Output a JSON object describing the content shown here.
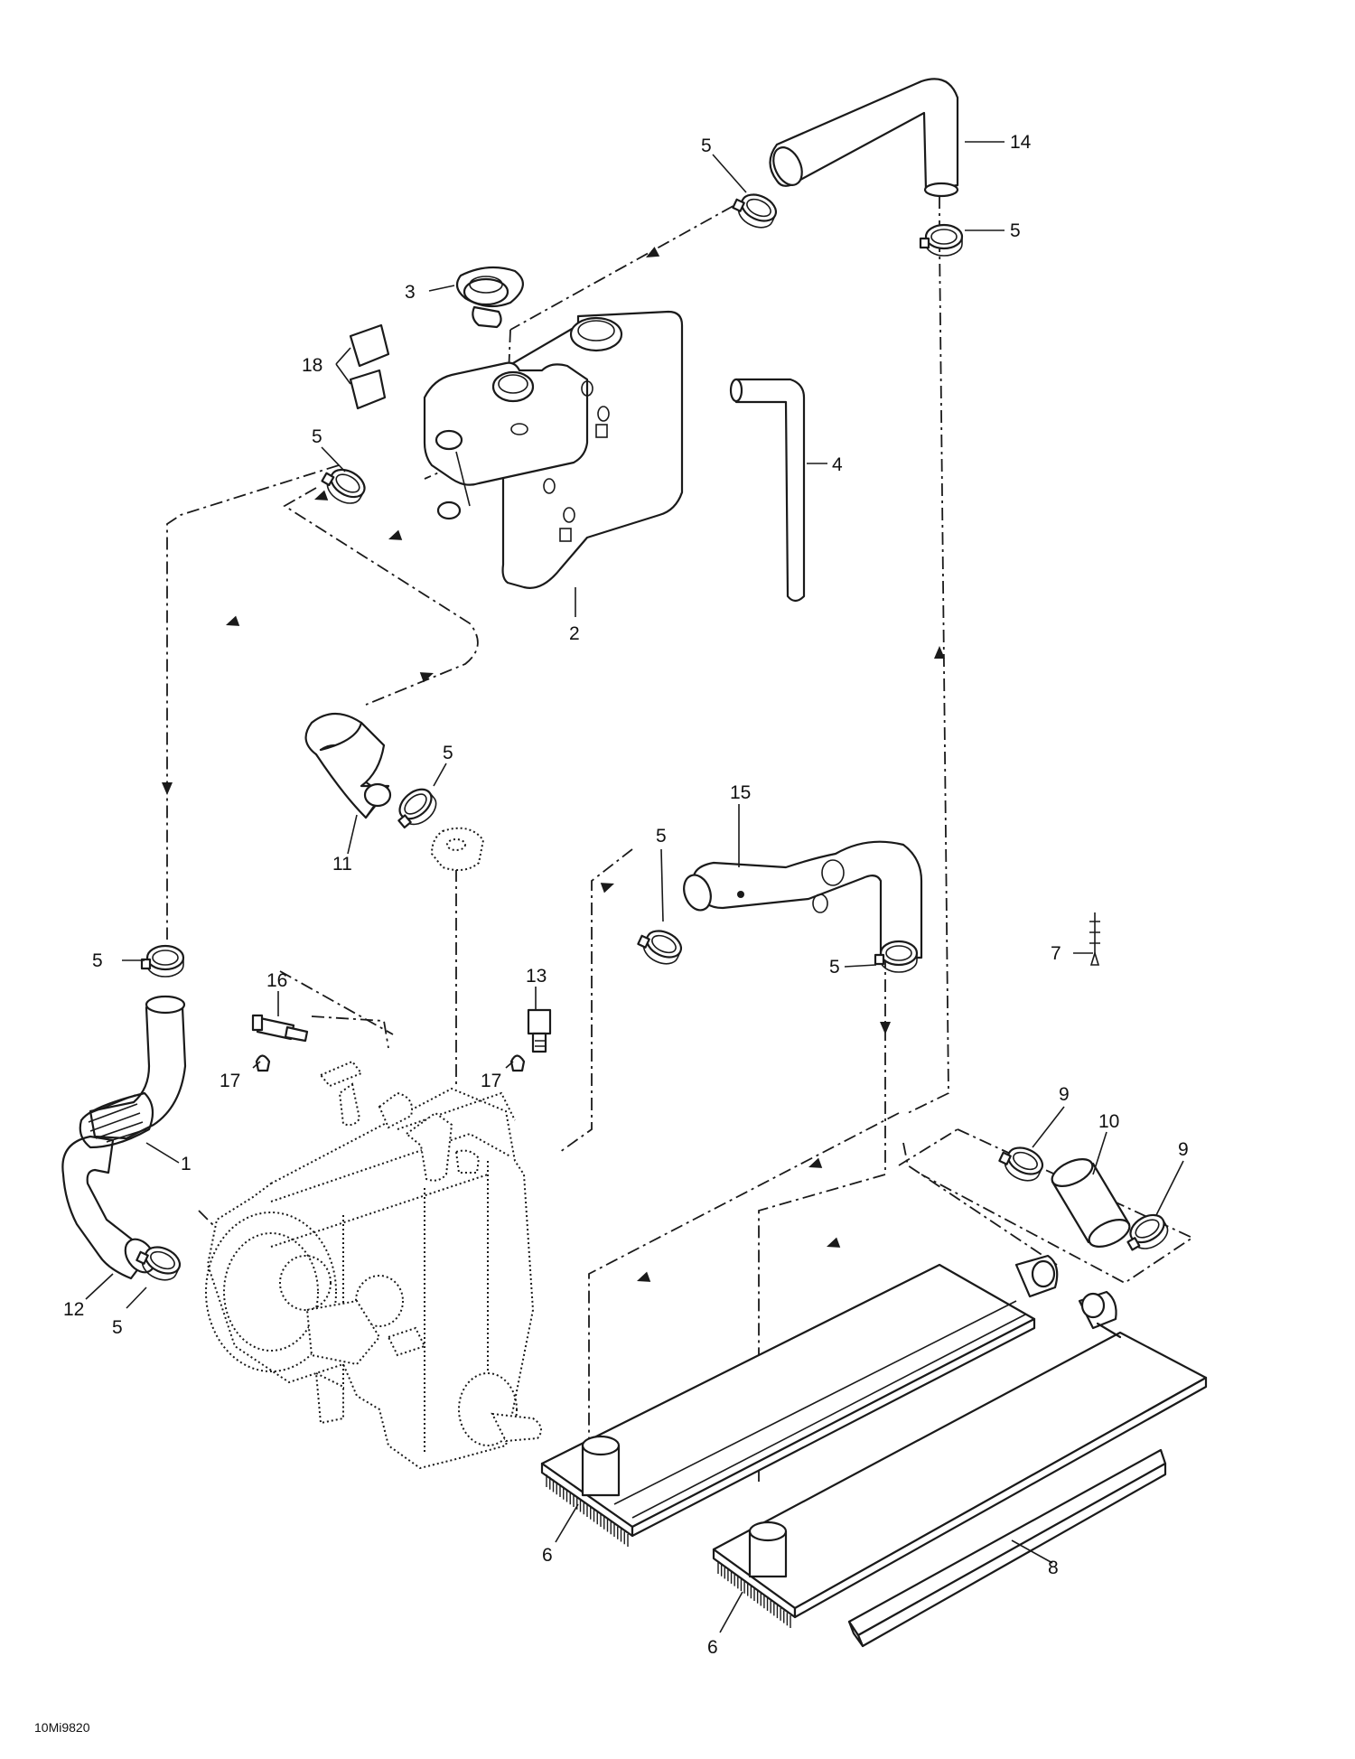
{
  "diagram_code": "10Mi9820",
  "callouts": {
    "c1": "1",
    "c2": "2",
    "c3": "3",
    "c4": "4",
    "c5": "5",
    "c6": "6",
    "c7": "7",
    "c8": "8",
    "c9": "9",
    "c10": "10",
    "c11": "11",
    "c12": "12",
    "c13": "13",
    "c14": "14",
    "c15": "15",
    "c16": "16",
    "c17": "17",
    "c18": "18"
  },
  "colors": {
    "line": "#1a1a1a",
    "background": "#ffffff"
  }
}
